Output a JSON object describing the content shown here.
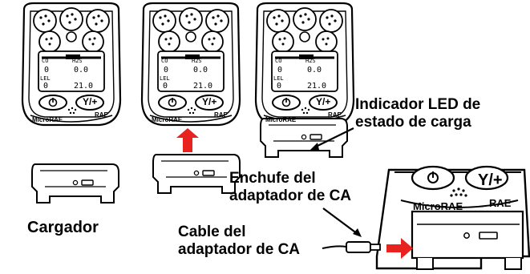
{
  "labels": {
    "led_indicator_line1": "Indicador LED de",
    "led_indicator_line2": "estado de carga",
    "adapter_plug_line1": "Enchufe del",
    "adapter_plug_line2": "adaptador de CA",
    "adapter_cable_line1": "Cable del",
    "adapter_cable_line2": "adaptador de CA",
    "charger": "Cargador"
  },
  "device": {
    "brand": "MicroRAE",
    "logo": "RAE",
    "power_button_symbol": "⏻",
    "mode_button_label": "Y/+",
    "display": {
      "top_left_label": "CO",
      "top_right_label": "H2S",
      "top_left_value": "0",
      "top_right_value": "0.0",
      "bottom_left_label": "LEL",
      "bottom_left_value": "0",
      "bottom_right_value": "21.0"
    }
  },
  "colors": {
    "arrow": "#e8231f",
    "outline": "#000000",
    "body_fill": "#ffffff"
  }
}
